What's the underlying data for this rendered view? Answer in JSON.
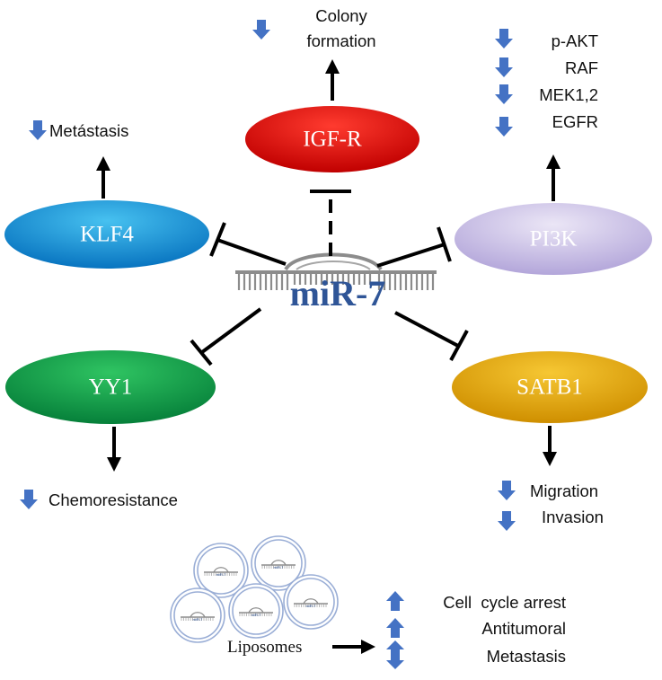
{
  "mirna": {
    "label": "miR-7"
  },
  "nodes": {
    "igfr": {
      "label": "IGF-R",
      "color": "#d40000"
    },
    "klf4": {
      "label": "KLF4",
      "color": "#0f8fd0"
    },
    "pi3k": {
      "label": "PI3K",
      "color": "#c8bce4"
    },
    "yy1": {
      "label": "YY1",
      "color": "#0aa046"
    },
    "satb1": {
      "label": "SATB1",
      "color": "#e7ac0b"
    }
  },
  "outcomes": {
    "colony": {
      "line1": "Colony",
      "line2": "formation"
    },
    "metastasis": "Metástasis",
    "pi3k_targets": [
      "p-AKT",
      "RAF",
      "MEK1,2",
      "EGFR"
    ],
    "chemoresistance": "Chemoresistance",
    "satb1_effects": [
      "Migration",
      "Invasion"
    ]
  },
  "liposomes": {
    "label": "Liposomes",
    "mini_label": "miR-7",
    "effects": [
      "Cell  cycle arrest",
      "Antitumoral",
      "Metastasis"
    ]
  },
  "colors": {
    "arrow_blue": "#4472c4",
    "line": "#000000",
    "rna_gray": "#8c8c8c",
    "liposome_ring": "#9aaed6"
  }
}
